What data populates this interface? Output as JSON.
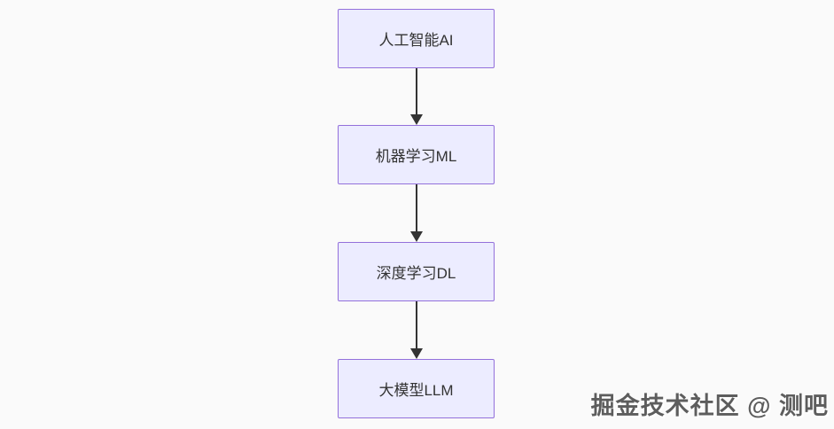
{
  "diagram": {
    "type": "flowchart",
    "direction": "top-down",
    "nodes": [
      {
        "id": "ai",
        "label": "人工智能AI"
      },
      {
        "id": "ml",
        "label": "机器学习ML"
      },
      {
        "id": "dl",
        "label": "深度学习DL"
      },
      {
        "id": "llm",
        "label": "大模型LLM"
      }
    ],
    "edges": [
      {
        "from": "人工智能AI",
        "to": "机器学习ML"
      },
      {
        "from": "机器学习ML",
        "to": "深度学习DL"
      },
      {
        "from": "深度学习DL",
        "to": "大模型LLM"
      }
    ],
    "colors": {
      "node_fill": "#ECECFF",
      "node_border": "#9370DB",
      "node_text": "#333333",
      "arrow": "#333333",
      "background": "#FAFAFA"
    }
  },
  "watermark": {
    "text": "掘金技术社区 @ 测吧",
    "color": "#5D5D5D"
  }
}
